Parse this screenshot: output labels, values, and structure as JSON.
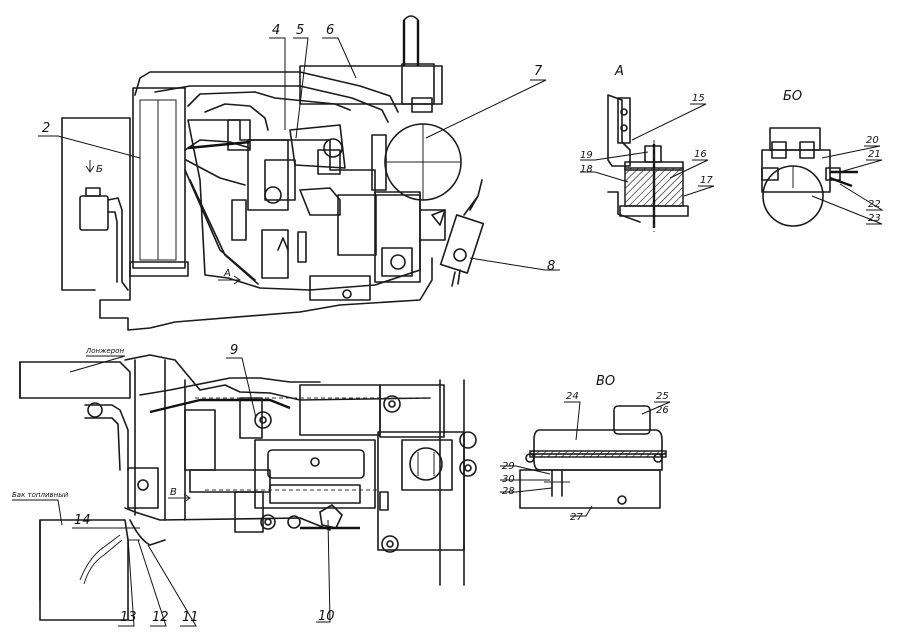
{
  "drawing": {
    "view_labels": {
      "a": "А",
      "b": "БО",
      "v": "ВО"
    },
    "direction_labels": {
      "b": "Б",
      "a": "А",
      "v": "В"
    },
    "side_notes": {
      "tank_side": "Бак топливный",
      "frame_side": "Лонжерон"
    },
    "callouts": {
      "c1": "2",
      "c2": "4",
      "c3": "5",
      "c4": "6",
      "c5": "7",
      "c6": "8",
      "c7": "9",
      "c8": "10",
      "c9": "11",
      "c10": "12",
      "c11": "13",
      "c12": "14",
      "c13": "15",
      "c14": "16",
      "c15": "17",
      "c16": "18",
      "c17": "19",
      "c18": "20",
      "c19": "21",
      "c20": "22",
      "c21": "23",
      "c22": "24",
      "c23": "25",
      "c24": "26",
      "c25": "27",
      "c26": "28",
      "c27": "29",
      "c28": "30"
    }
  }
}
